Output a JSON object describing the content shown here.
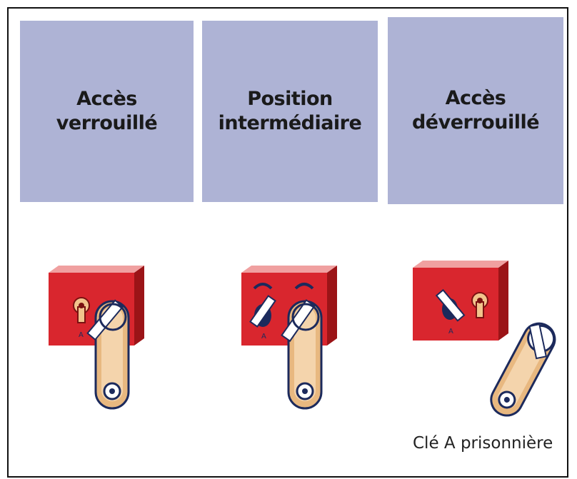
{
  "panels": [
    {
      "line1": "Accès",
      "line2": "verrouillé"
    },
    {
      "line1": "Position",
      "line2": "intermédiaire"
    },
    {
      "line1": "Accès",
      "line2": "déverrouillé"
    }
  ],
  "key_marker": "A",
  "caption": "Clé A prisonnière",
  "colors": {
    "panel": "#aeb3d5",
    "box_red": "#d9262e",
    "box_edge": "#9b1417",
    "keyhole": "#f2c48c",
    "handle": "#e8b880",
    "outline": "#1c2a5c"
  },
  "icons": [
    "lock-box-icon",
    "keyhole-icon",
    "key-handle-icon",
    "rotation-arrow-icon"
  ]
}
